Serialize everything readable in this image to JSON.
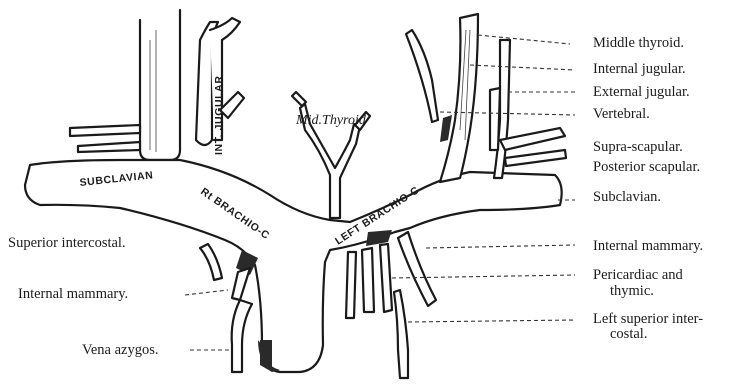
{
  "figure": {
    "vessel_labels": {
      "int_jugular": "INT. JUGULAR",
      "subclavian_left_side": "SUBCLAVIAN",
      "rt_brachio": "Rt BRACHIO-C",
      "left_brachio": "LEFT BRACHIO-C",
      "mid_thyroid": "Mid.Thyroid"
    },
    "left_labels": {
      "superior_intercostal": "Superior intercostal.",
      "internal_mammary": "Internal mammary.",
      "vena_azygos": "Vena azygos."
    },
    "right_labels": {
      "middle_thyroid": "Middle thyroid.",
      "internal_jugular": "Internal jugular.",
      "external_jugular": "External jugular.",
      "vertebral": "Vertebral.",
      "supra_scapular": "Supra-scapular.",
      "posterior_scapular": "Posterior scapular.",
      "subclavian": "Subclavian.",
      "internal_mammary": "Internal mammary.",
      "pericardiac_line1": "Pericardiac and",
      "pericardiac_line2": "thymic.",
      "left_sup_intercostal_line1": "Left superior inter-",
      "left_sup_intercostal_line2": "costal."
    }
  }
}
